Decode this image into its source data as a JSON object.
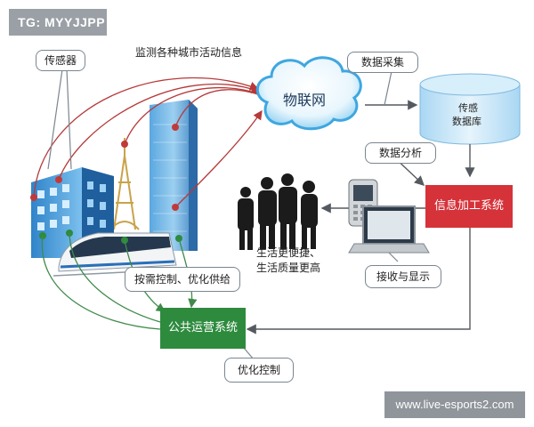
{
  "watermark": {
    "top_left": "TG: MYYJJPP",
    "bottom_right": "www.live-esports2.com"
  },
  "labels": {
    "sensor": "传感器",
    "monitor": "监测各种城市活动信息",
    "cloud": "物联网",
    "collect": "数据采集",
    "database_line1": "传感",
    "database_line2": "数据库",
    "analysis": "数据分析",
    "processing": "信息加工系统",
    "life_line1": "生活更便捷、",
    "life_line2": "生活质量更高",
    "receive": "接收与显示",
    "control_supply": "按需控制、优化供给",
    "public_ops": "公共运营系统",
    "optimize": "优化控制"
  },
  "colors": {
    "processing_bg": "#d6323a",
    "public_ops_bg": "#2e8b3e",
    "arrow_dark": "#555a60",
    "arrow_red": "#b63a3a",
    "arrow_green": "#3f8a4a",
    "cloud_blue": "#3ea7e0",
    "db_blue": "#bfe2f7"
  },
  "icons": [
    "tag-icon",
    "cloud-icon",
    "database-icon",
    "office-building-icon",
    "tower-icon",
    "skyscraper-icon",
    "train-icon",
    "people-icon",
    "phone-icon",
    "laptop-icon"
  ]
}
